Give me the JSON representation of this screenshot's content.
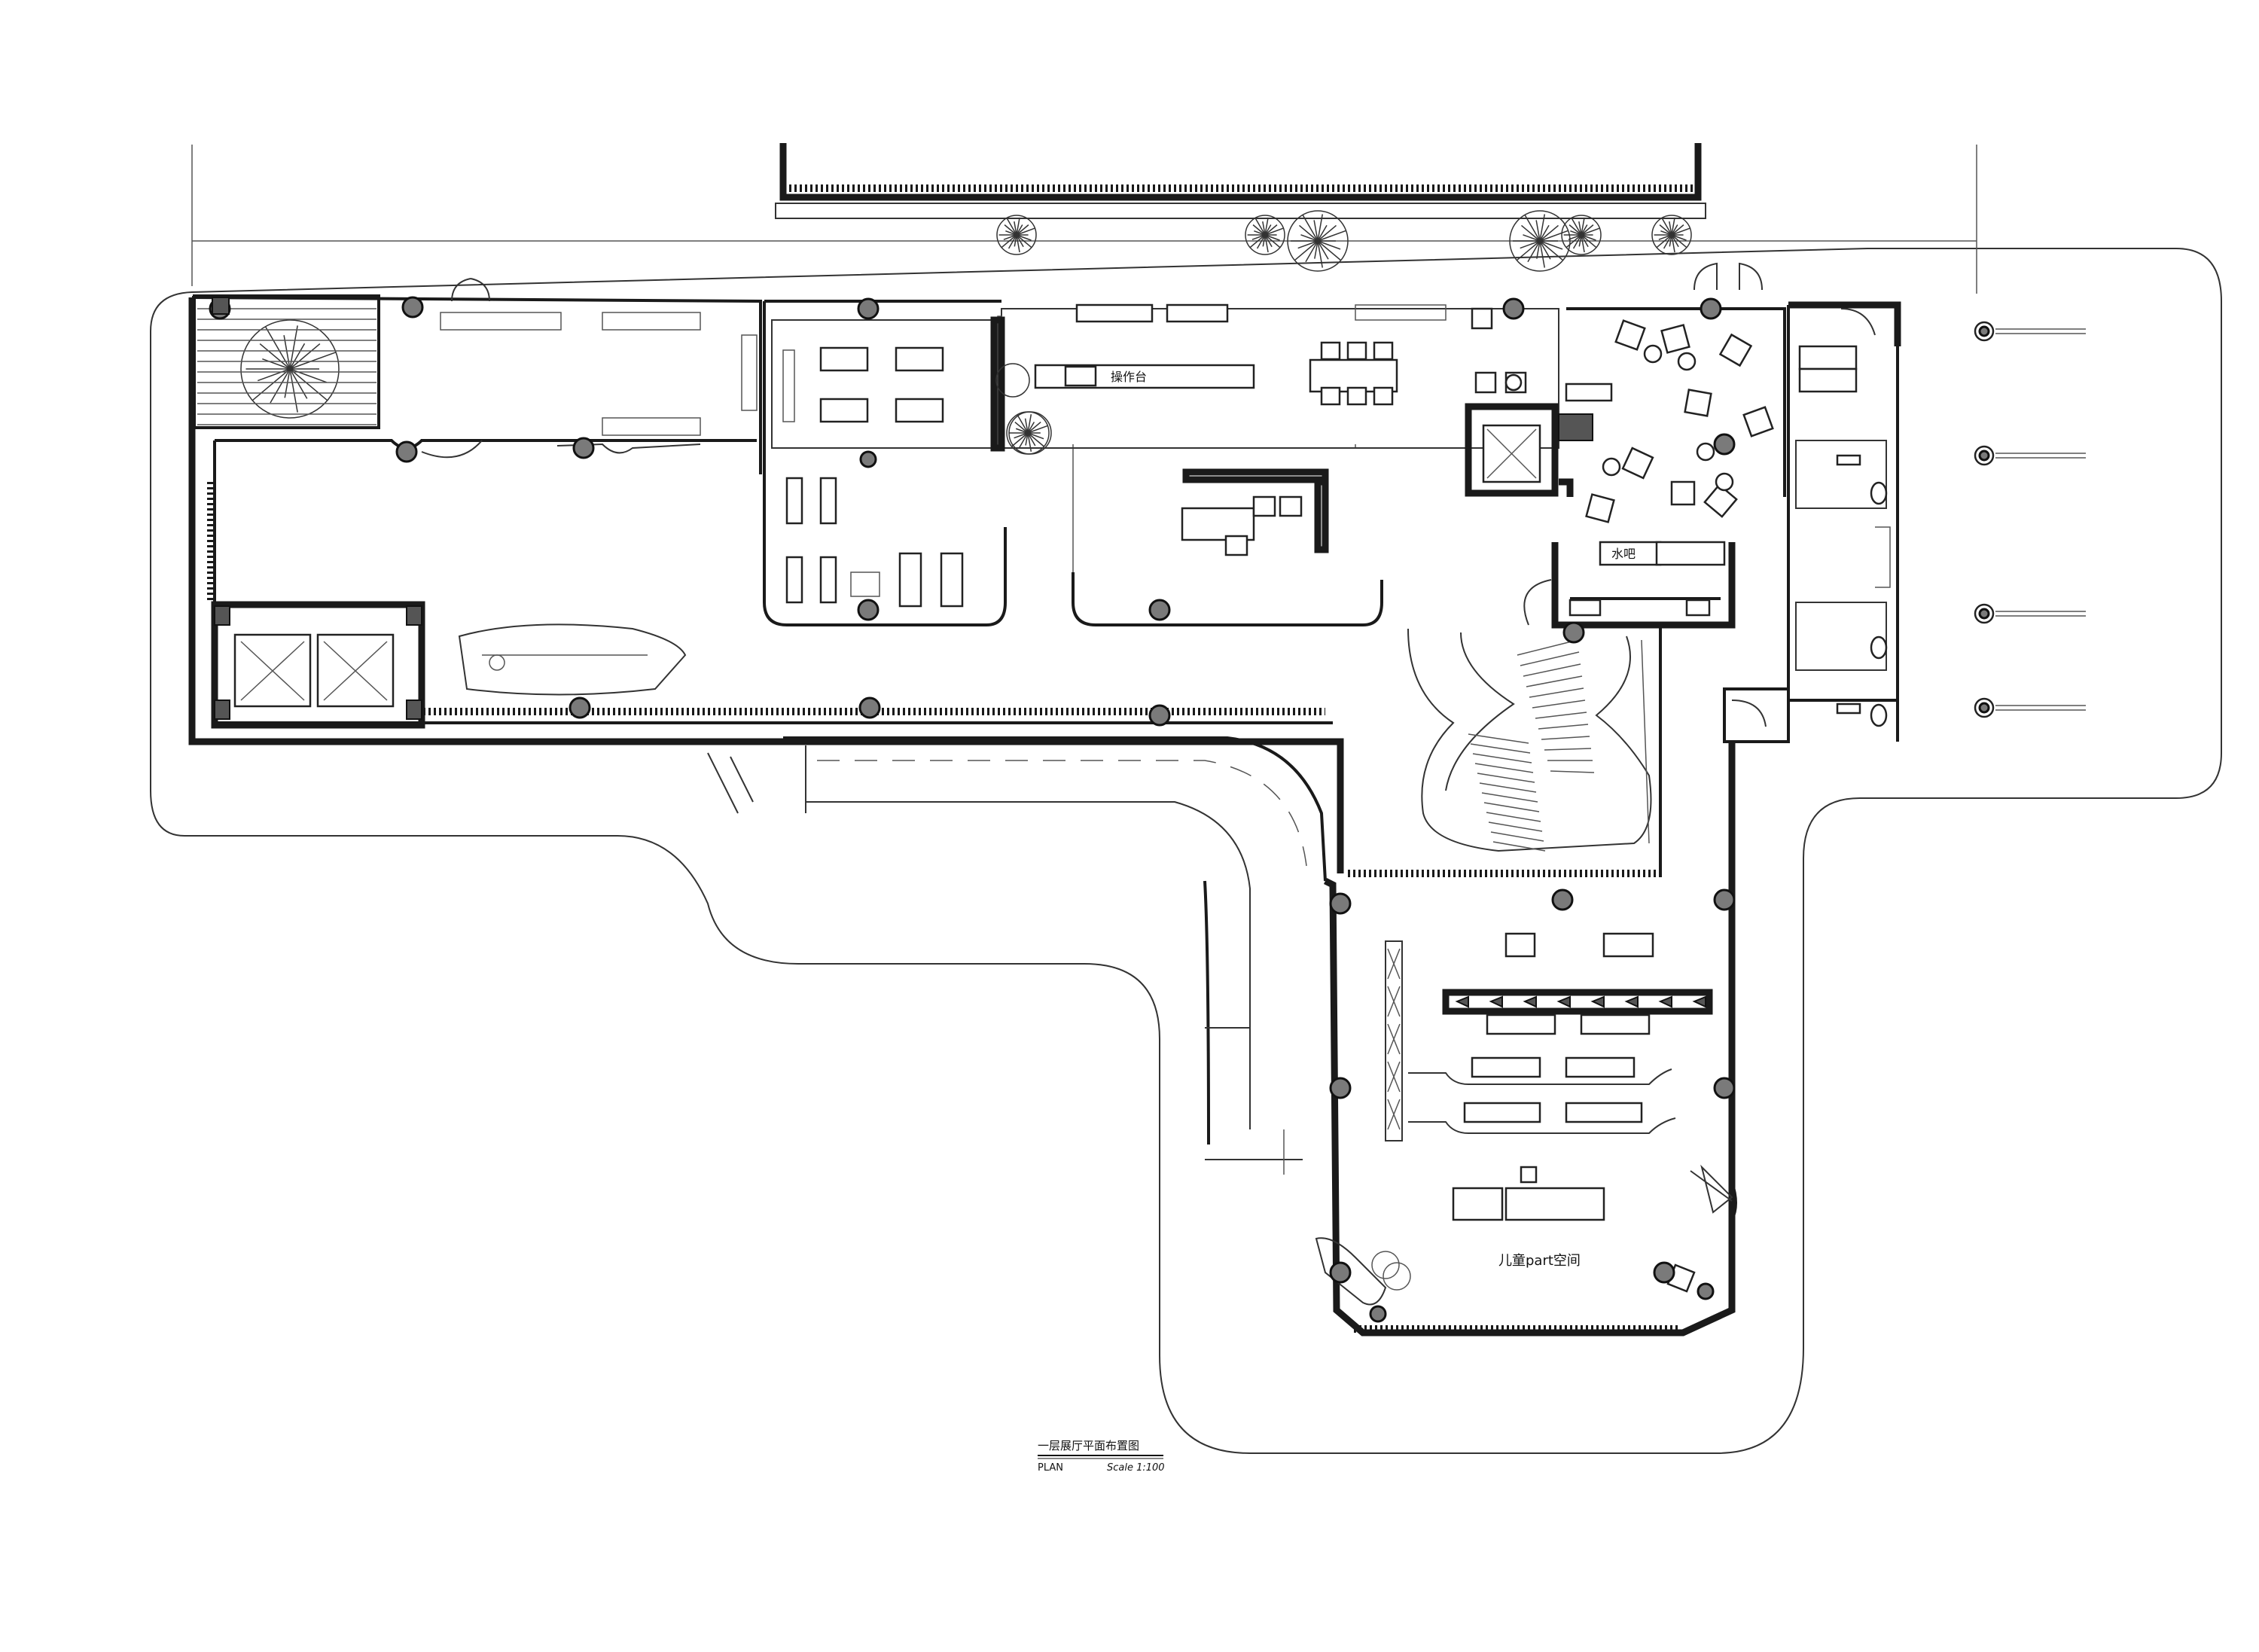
{
  "drawing": {
    "title": "一层展厅平面布置图",
    "subtitle_left": "PLAN",
    "subtitle_right": "Scale 1:100"
  },
  "rooms": {
    "operation_desk": "操作台",
    "water_bar": "水吧",
    "kids_space": "儿童part空间"
  },
  "icons": {
    "tree": "tree-icon",
    "elevator": "elevator-icon",
    "stair": "stair-icon",
    "toilet": "toilet-icon",
    "bollard": "bollard-icon"
  }
}
